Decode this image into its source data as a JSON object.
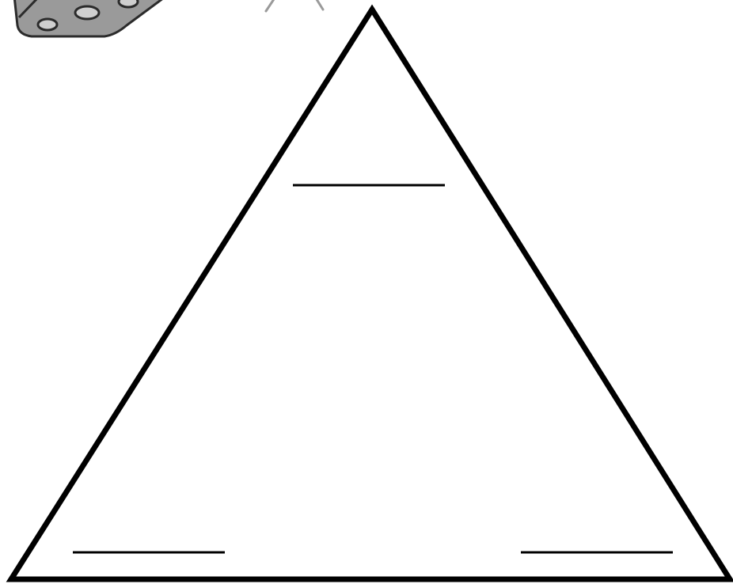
{
  "colors": {
    "background": "#ffffff",
    "stroke": "#000000",
    "clipart_fill_dark": "#8f8f8f",
    "clipart_fill_light": "#cfcfcf",
    "clipart_outline": "#2b2b2b"
  },
  "clipart": {
    "icon": "clipart-fragment-icon"
  },
  "triangle": {
    "blanks": [
      {
        "position": "top"
      },
      {
        "position": "bottom-left"
      },
      {
        "position": "bottom-right"
      }
    ]
  }
}
